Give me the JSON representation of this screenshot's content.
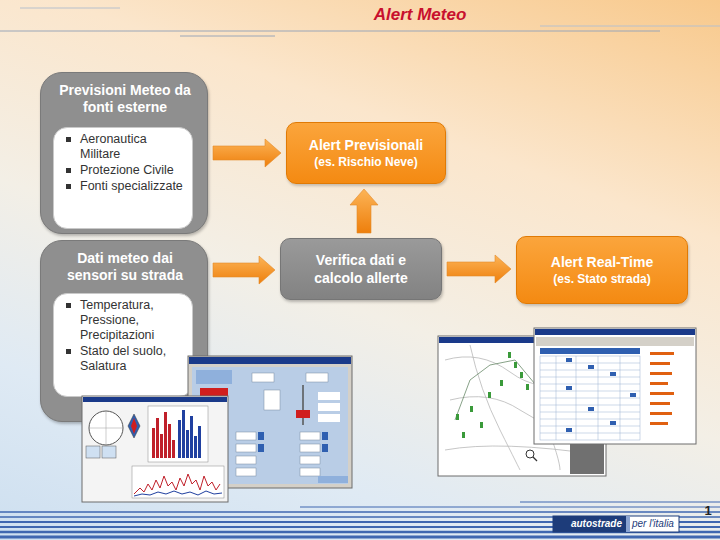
{
  "diagram": {
    "title": "Alert Meteo",
    "nodes": [
      {
        "text": [
          "Previsioni Meteo da fonti esterne"
        ]
      },
      {
        "text": [
          "Aeronautica Militare",
          "Protezione Civile",
          "Fonti specializzate"
        ],
        "in": 0
      },
      {
        "text": [
          "Dati meteo dai sensori su strada"
        ]
      },
      {
        "text": [
          "Temperatura, Pressione, Precipitazioni",
          "Stato del suolo, Salatura"
        ],
        "in": 2
      },
      {
        "text": [
          "Alert Previsionali",
          "(es. Rischio Neve)"
        ]
      },
      {
        "text": [
          "Verifica dati e calcolo allerte"
        ]
      },
      {
        "text": [
          "Alert Real-Time",
          "(es. Stato strada)"
        ]
      }
    ],
    "edges": [
      {
        "from": 0,
        "to": 4,
        "arrow": "to"
      },
      {
        "from": 2,
        "to": 5,
        "arrow": "to"
      },
      {
        "from": 5,
        "to": 4,
        "arrow": "to"
      },
      {
        "from": 5,
        "to": 6,
        "arrow": "to"
      }
    ],
    "labels": [
      "1",
      "autostrade",
      "per l'italia"
    ]
  }
}
